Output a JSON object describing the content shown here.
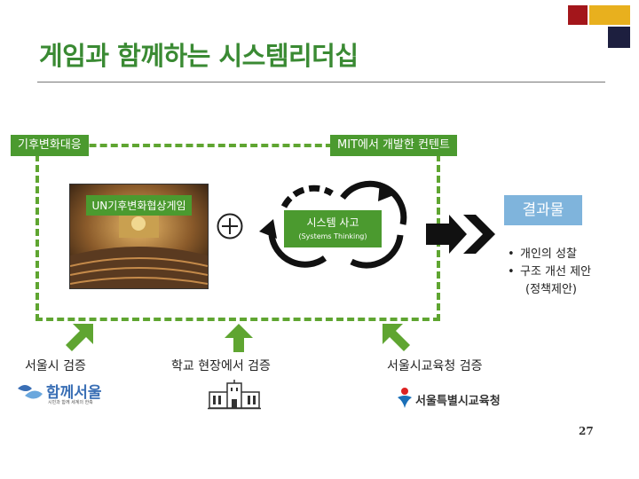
{
  "slide": {
    "title": "게임과 함께하는 시스템리더십",
    "page_number": "27"
  },
  "tags": {
    "climate": "기후변화대응",
    "mit": "MIT에서 개발한 컨텐트"
  },
  "photo": {
    "label": "UN기후변화협상게임"
  },
  "systems": {
    "main": "시스템 사고",
    "sub": "(Systems Thinking)"
  },
  "result": {
    "label": "결과물",
    "items": [
      "개인의 성찰",
      "구조 개선 제안"
    ],
    "note": "(정책제안)"
  },
  "validations": [
    {
      "label": "서울시 검증"
    },
    {
      "label": "학교 현장에서 검증"
    },
    {
      "label": "서울시교육청 검증"
    }
  ],
  "logos": {
    "seoul_text": "함께서울",
    "seoul_sub": "시민과 함께 세계의 한축",
    "edu_text": "서울특별시교육청"
  },
  "colors": {
    "title_green": "#3a8a33",
    "tag_green": "#4b9a2f",
    "dash_green": "#5fa531",
    "result_blue": "#7fb4dc"
  }
}
